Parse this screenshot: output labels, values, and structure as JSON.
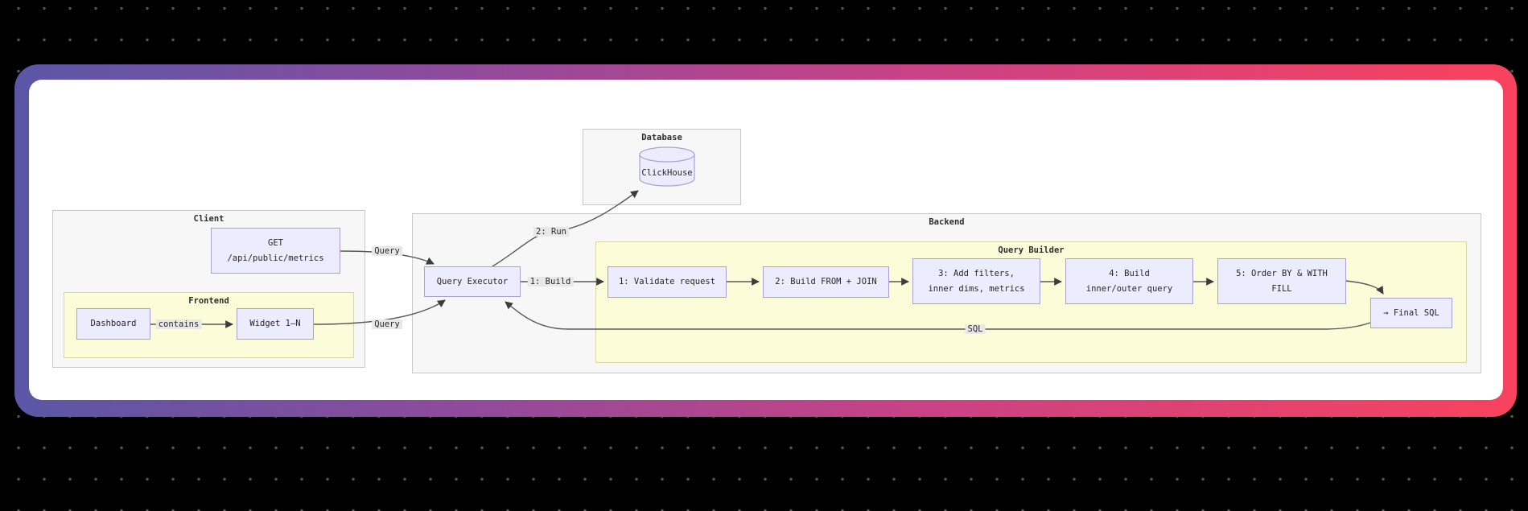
{
  "frame": {
    "gradient_left": "#5a57a6",
    "gradient_mid": "#c94285",
    "gradient_right": "#f8425e",
    "card_bg": "#ffffff",
    "page_bg": "#000000",
    "dot_color": "#575757"
  },
  "diagram": {
    "clusters": {
      "database": {
        "label": "Database"
      },
      "client": {
        "label": "Client"
      },
      "frontend": {
        "label": "Frontend"
      },
      "backend": {
        "label": "Backend"
      },
      "query_builder": {
        "label": "Query Builder"
      }
    },
    "nodes": {
      "clickhouse": {
        "label": "ClickHouse"
      },
      "get": {
        "line1": "GET",
        "line2": "/api/public/metrics"
      },
      "dashboard": {
        "label": "Dashboard"
      },
      "widget": {
        "label": "Widget 1–N"
      },
      "query_executor": {
        "label": "Query Executor"
      },
      "validate": {
        "label": "1: Validate request"
      },
      "build_from": {
        "label": "2: Build FROM + JOIN"
      },
      "add_filters": {
        "line1": "3: Add filters,",
        "line2": "inner dims, metrics"
      },
      "build_query": {
        "line1": "4: Build",
        "line2": "inner/outer query"
      },
      "order_by": {
        "line1": "5: Order BY & WITH",
        "line2": "FILL"
      },
      "final_sql": {
        "label": "→ Final SQL"
      }
    },
    "edge_labels": {
      "query_get": "Query",
      "query_widget": "Query",
      "contains": "contains",
      "run": "2: Run",
      "build": "1: Build",
      "sql": "SQL"
    },
    "colors": {
      "node_fill": "#ECECFF",
      "node_border": "#a9a1d6",
      "cluster_fill": "#f7f7f8",
      "subcluster_fill": "#fcfcd9",
      "edge_line": "#585858",
      "edge_label_bg": "#e8e8e8"
    }
  }
}
